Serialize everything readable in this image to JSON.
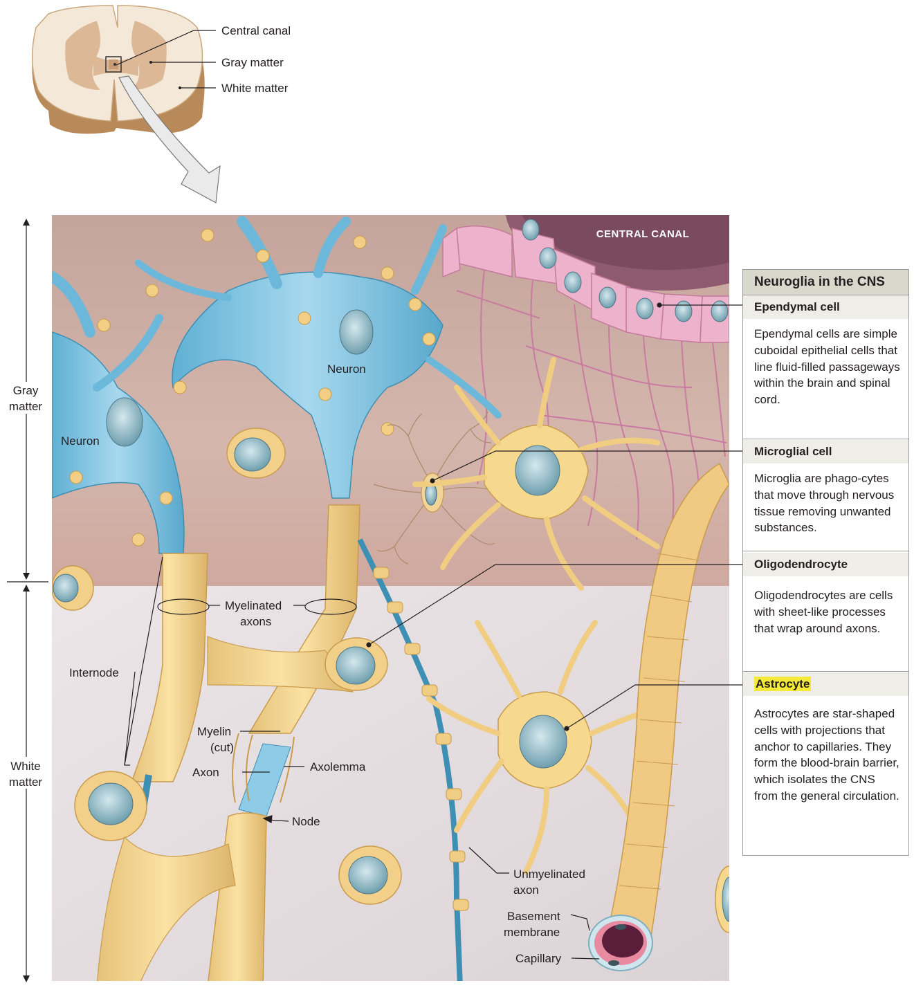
{
  "cross_section": {
    "central_canal": "Central canal",
    "gray_matter": "Gray matter",
    "white_matter": "White matter"
  },
  "side_brackets": {
    "gray": [
      "Gray",
      "matter"
    ],
    "white": [
      "White",
      "matter"
    ]
  },
  "illustration": {
    "central_canal_label": "CENTRAL CANAL",
    "neuron_1": "Neuron",
    "neuron_2": "Neuron",
    "myelinated_axons": [
      "Myelinated",
      "axons"
    ],
    "internode": "Internode",
    "myelin_cut": [
      "Myelin",
      "(cut)"
    ],
    "axon": "Axon",
    "axolemma": "Axolemma",
    "node": "Node",
    "unmyelinated_axon": [
      "Unmyelinated",
      "axon"
    ],
    "basement_membrane": [
      "Basement",
      "membrane"
    ],
    "capillary": "Capillary"
  },
  "panel": {
    "title": "Neuroglia in the CNS",
    "sections": [
      {
        "heading": "Ependymal cell",
        "highlight": false,
        "body": "Ependymal cells are simple cuboidal epithelial cells that line fluid-filled passageways within the brain and spinal cord."
      },
      {
        "heading": "Microglial cell",
        "highlight": false,
        "body": "Microglia are phago-cytes that move through nervous tissue removing unwanted substances."
      },
      {
        "heading": "Oligodendrocyte",
        "highlight": false,
        "body": "Oligodendrocytes are cells with sheet-like processes that wrap around axons."
      },
      {
        "heading": "Astrocyte",
        "highlight": true,
        "body": "Astrocytes are star-shaped cells with projections that anchor to capillaries. They form the blood-brain barrier, which isolates the CNS from the general circulation."
      }
    ]
  },
  "colors": {
    "gray_bg": "#c9a9a0",
    "white_bg": "#e9e3e6",
    "neuron_blue": "#7fc3e0",
    "glia_yellow": "#f2d38c",
    "ependymal_pink": "#e8a8c4",
    "nucleus": "#9fc4cf",
    "highlight": "#f4ea37"
  }
}
